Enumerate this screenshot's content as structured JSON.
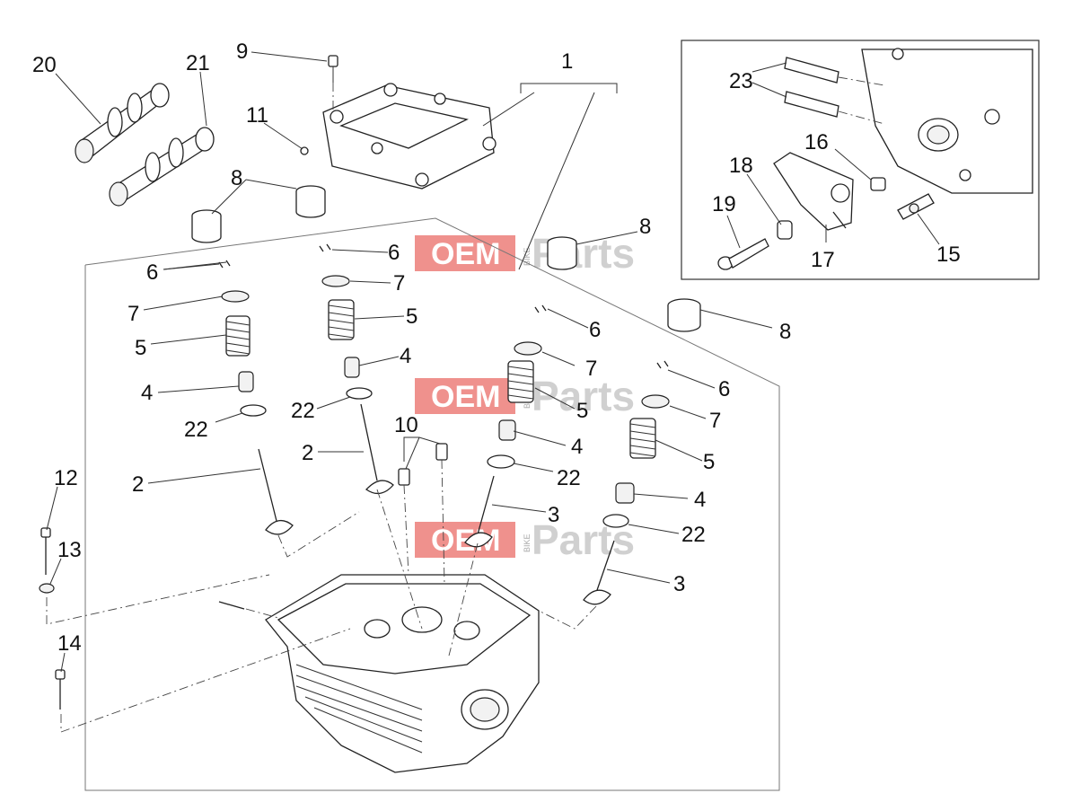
{
  "watermark": {
    "brand_red": "OEM",
    "brand_small": "BIKE",
    "brand_gray": "Parts",
    "red_color": "#e2372f"
  },
  "callouts": {
    "c1": "1",
    "c2a": "2",
    "c2b": "2",
    "c3a": "3",
    "c3b": "3",
    "c4a": "4",
    "c4b": "4",
    "c4c": "4",
    "c4d": "4",
    "c5a": "5",
    "c5b": "5",
    "c5c": "5",
    "c5d": "5",
    "c6a": "6",
    "c6b": "6",
    "c6c": "6",
    "c6d": "6",
    "c7a": "7",
    "c7b": "7",
    "c7c": "7",
    "c7d": "7",
    "c8a": "8",
    "c8b": "8",
    "c8c": "8",
    "c9": "9",
    "c10": "10",
    "c11": "11",
    "c12": "12",
    "c13": "13",
    "c14": "14",
    "c15": "15",
    "c16": "16",
    "c17": "17",
    "c18": "18",
    "c19": "19",
    "c20": "20",
    "c21": "21",
    "c22a": "22",
    "c22b": "22",
    "c22c": "22",
    "c22d": "22",
    "c23": "23"
  }
}
